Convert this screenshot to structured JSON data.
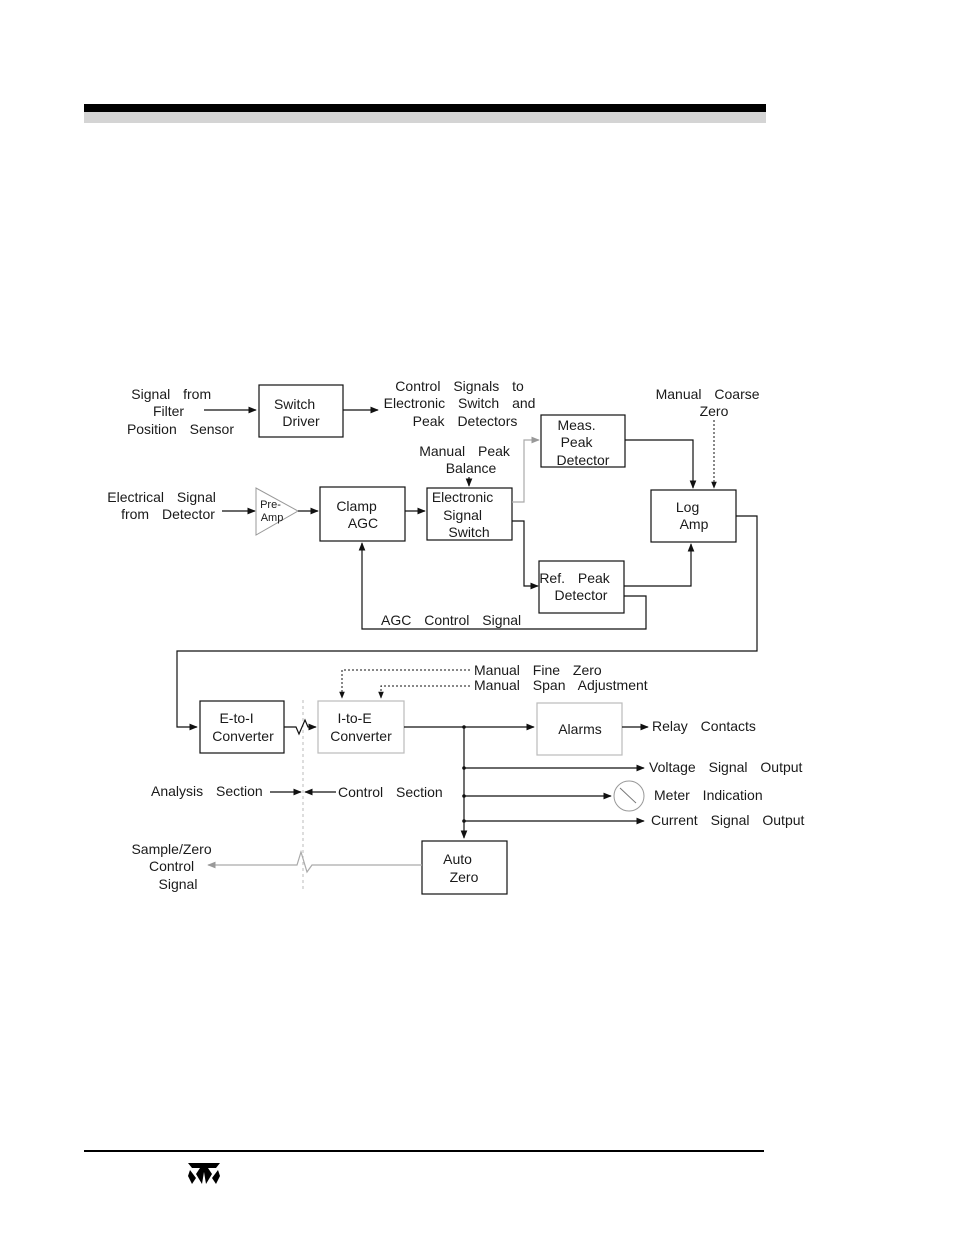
{
  "diagram": {
    "blocks": {
      "switch_driver": [
        "Switch",
        "Driver"
      ],
      "meas_peak_detector": [
        "Meas.",
        "Peak",
        "Detector"
      ],
      "pre_amp": [
        "Pre-",
        "Amp"
      ],
      "clamp_agc": [
        "Clamp",
        "AGC"
      ],
      "electronic_signal_switch": [
        "Electronic",
        "Signal",
        "Switch"
      ],
      "log_amp": [
        "Log",
        "Amp"
      ],
      "ref_peak_detector": [
        "Ref. Peak",
        "Detector"
      ],
      "e_to_i_converter": [
        "E-to-I",
        "Converter"
      ],
      "i_to_e_converter": [
        "I-to-E",
        "Converter"
      ],
      "alarms": [
        "Alarms"
      ],
      "auto_zero": [
        "Auto",
        "Zero"
      ]
    },
    "labels": {
      "signal_from_filter": [
        "Signal from",
        "Filter",
        "Position Sensor"
      ],
      "control_signals": [
        "Control Signals to",
        "Electronic Switch and",
        "Peak Detectors"
      ],
      "manual_coarse_zero": [
        "Manual Coarse",
        "Zero"
      ],
      "manual_peak_balance": [
        "Manual Peak",
        "Balance"
      ],
      "electrical_signal": [
        "Electrical Signal",
        "from Detector"
      ],
      "agc_control_signal": "AGC Control Signal",
      "manual_fine_zero": "Manual Fine Zero",
      "manual_span_adjustment": "Manual Span Adjustment",
      "relay_contacts": "Relay Contacts",
      "voltage_signal_output": "Voltage Signal Output",
      "analysis_section": "Analysis Section",
      "control_section": "Control Section",
      "meter_indication": "Meter Indication",
      "current_signal_output": "Current Signal Output",
      "sample_zero": [
        "Sample/Zero",
        "Control",
        "Signal"
      ]
    }
  },
  "colors": {
    "line": "#111111",
    "muted_line": "#aaaaaa",
    "header_grey": "#d4d4d4"
  }
}
